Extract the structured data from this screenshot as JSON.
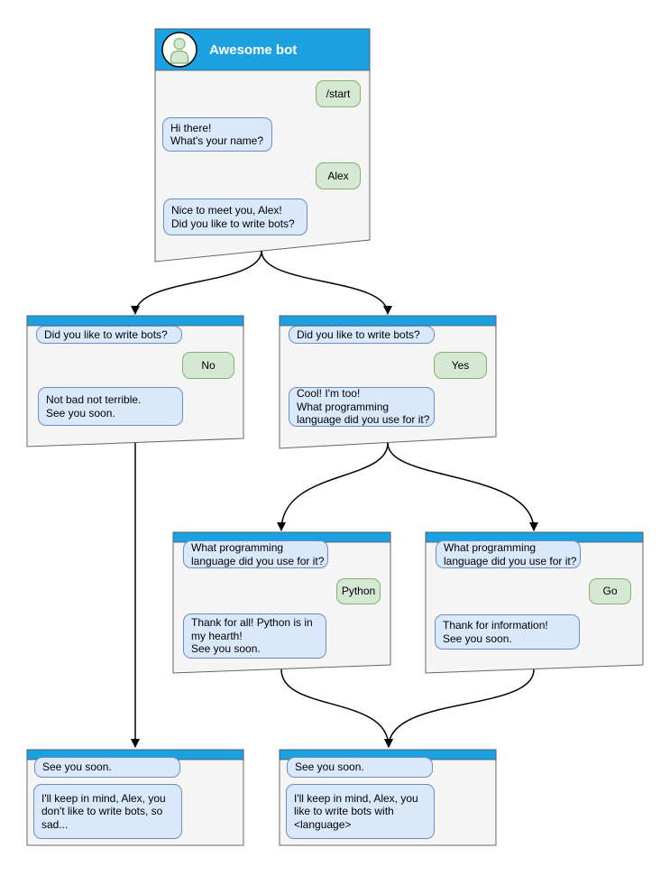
{
  "diagram": {
    "type": "chatbot-conversation-flowchart",
    "description": "Conversation flow of a chat bot with yes/no and language branches"
  },
  "colors": {
    "header_blue": "#1ba1e2",
    "window_background": "#f5f5f5",
    "window_border": "#666666",
    "bot_bubble_background": "#dae8fc",
    "bot_bubble_border": "#6c8ebf",
    "user_bubble_background": "#d5e8d4",
    "user_bubble_border": "#82b366",
    "connector": "#000000"
  },
  "windows": {
    "root": {
      "title": "Awesome bot",
      "avatar_icon": "person-icon",
      "messages": [
        {
          "from": "user",
          "text": "/start"
        },
        {
          "from": "bot",
          "text": "Hi there!\nWhat's your name?"
        },
        {
          "from": "user",
          "text": "Alex"
        },
        {
          "from": "bot",
          "text": "Nice to meet you, Alex!\nDid you like to write bots?"
        }
      ]
    },
    "branch_no": {
      "messages": [
        {
          "from": "bot",
          "text": "Did you like to write bots?"
        },
        {
          "from": "user",
          "text": "No"
        },
        {
          "from": "bot",
          "text": "Not bad not terrible.\nSee you soon."
        }
      ]
    },
    "branch_yes": {
      "messages": [
        {
          "from": "bot",
          "text": "Did you like to write bots?"
        },
        {
          "from": "user",
          "text": "Yes"
        },
        {
          "from": "bot",
          "text": "Cool! I'm too!\nWhat programming\nlanguage did you use for it?"
        }
      ]
    },
    "branch_python": {
      "messages": [
        {
          "from": "bot",
          "text": "What programming\nlanguage did you use for it?"
        },
        {
          "from": "user",
          "text": "Python"
        },
        {
          "from": "bot",
          "text": "Thank for all! Python is in\nmy hearth!\nSee you soon."
        }
      ]
    },
    "branch_go": {
      "messages": [
        {
          "from": "bot",
          "text": "What programming\nlanguage did you use for it?"
        },
        {
          "from": "user",
          "text": "Go"
        },
        {
          "from": "bot",
          "text": "Thank for information!\nSee you soon."
        }
      ]
    },
    "end_no": {
      "messages": [
        {
          "from": "bot",
          "text": "See you soon."
        },
        {
          "from": "bot",
          "text": "I'll keep in mind, Alex, you\ndon't like to write bots, so\nsad..."
        }
      ]
    },
    "end_yes": {
      "messages": [
        {
          "from": "bot",
          "text": "See you soon."
        },
        {
          "from": "bot",
          "text": "I'll keep in mind, Alex, you\nlike to write bots with\n<language>"
        }
      ]
    }
  }
}
